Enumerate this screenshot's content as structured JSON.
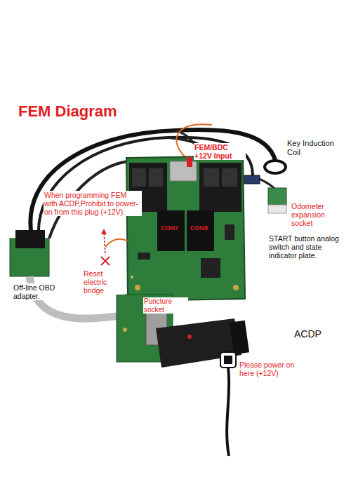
{
  "diagram": {
    "title": "FEM Diagram",
    "labels": [
      "Key Induction Coil",
      "FEM/BDC +12V Input",
      "When programming FEM with ACDP,Prohibit to power-on from this plug (+12V).",
      "Odometer expansion socket",
      "CON7",
      "CON8",
      "START button analog switch and state indicator plate.",
      "Reset electric bridge",
      "Off-line OBD adapter.",
      "Puncture socket",
      "ACDP",
      "Please power on here (+12V)"
    ]
  }
}
